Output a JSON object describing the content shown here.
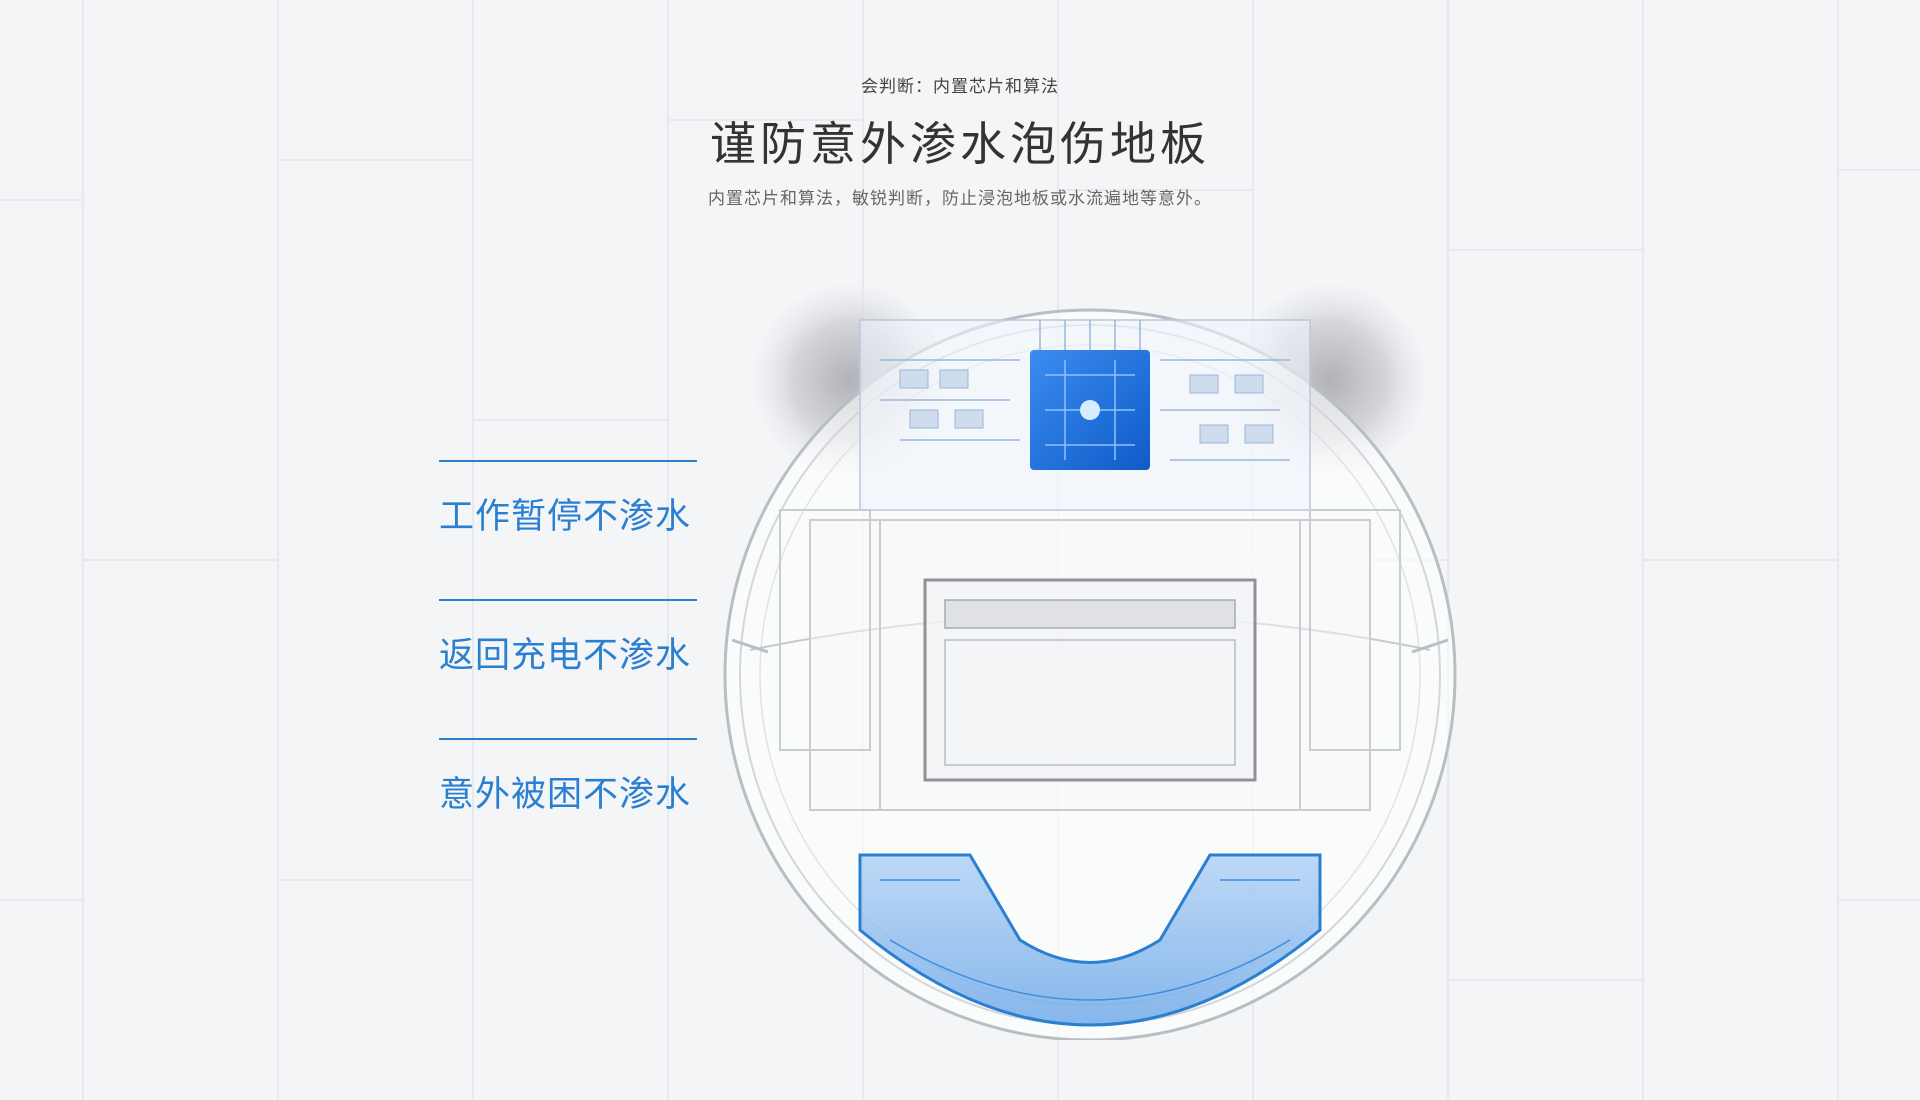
{
  "header": {
    "eyebrow": "会判断：内置芯片和算法",
    "headline": "谨防意外渗水泡伤地板",
    "subline": "内置芯片和算法，敏锐判断，防止浸泡地板或水流遍地等意外。"
  },
  "features": [
    {
      "label": "工作暂停不渗水"
    },
    {
      "label": "返回充电不渗水"
    },
    {
      "label": "意外被困不渗水"
    }
  ],
  "colors": {
    "accent": "#2a7fd0",
    "chip": "#1f6fd6",
    "floor": "#f4f5f7",
    "text_dark": "#333333",
    "text_gray": "#666666"
  },
  "illustration": {
    "subject": "robot-vacuum-xray",
    "icons": [
      "floor-planks",
      "side-brush-icon",
      "chip-icon",
      "dust-box-icon",
      "water-tank-icon"
    ]
  }
}
